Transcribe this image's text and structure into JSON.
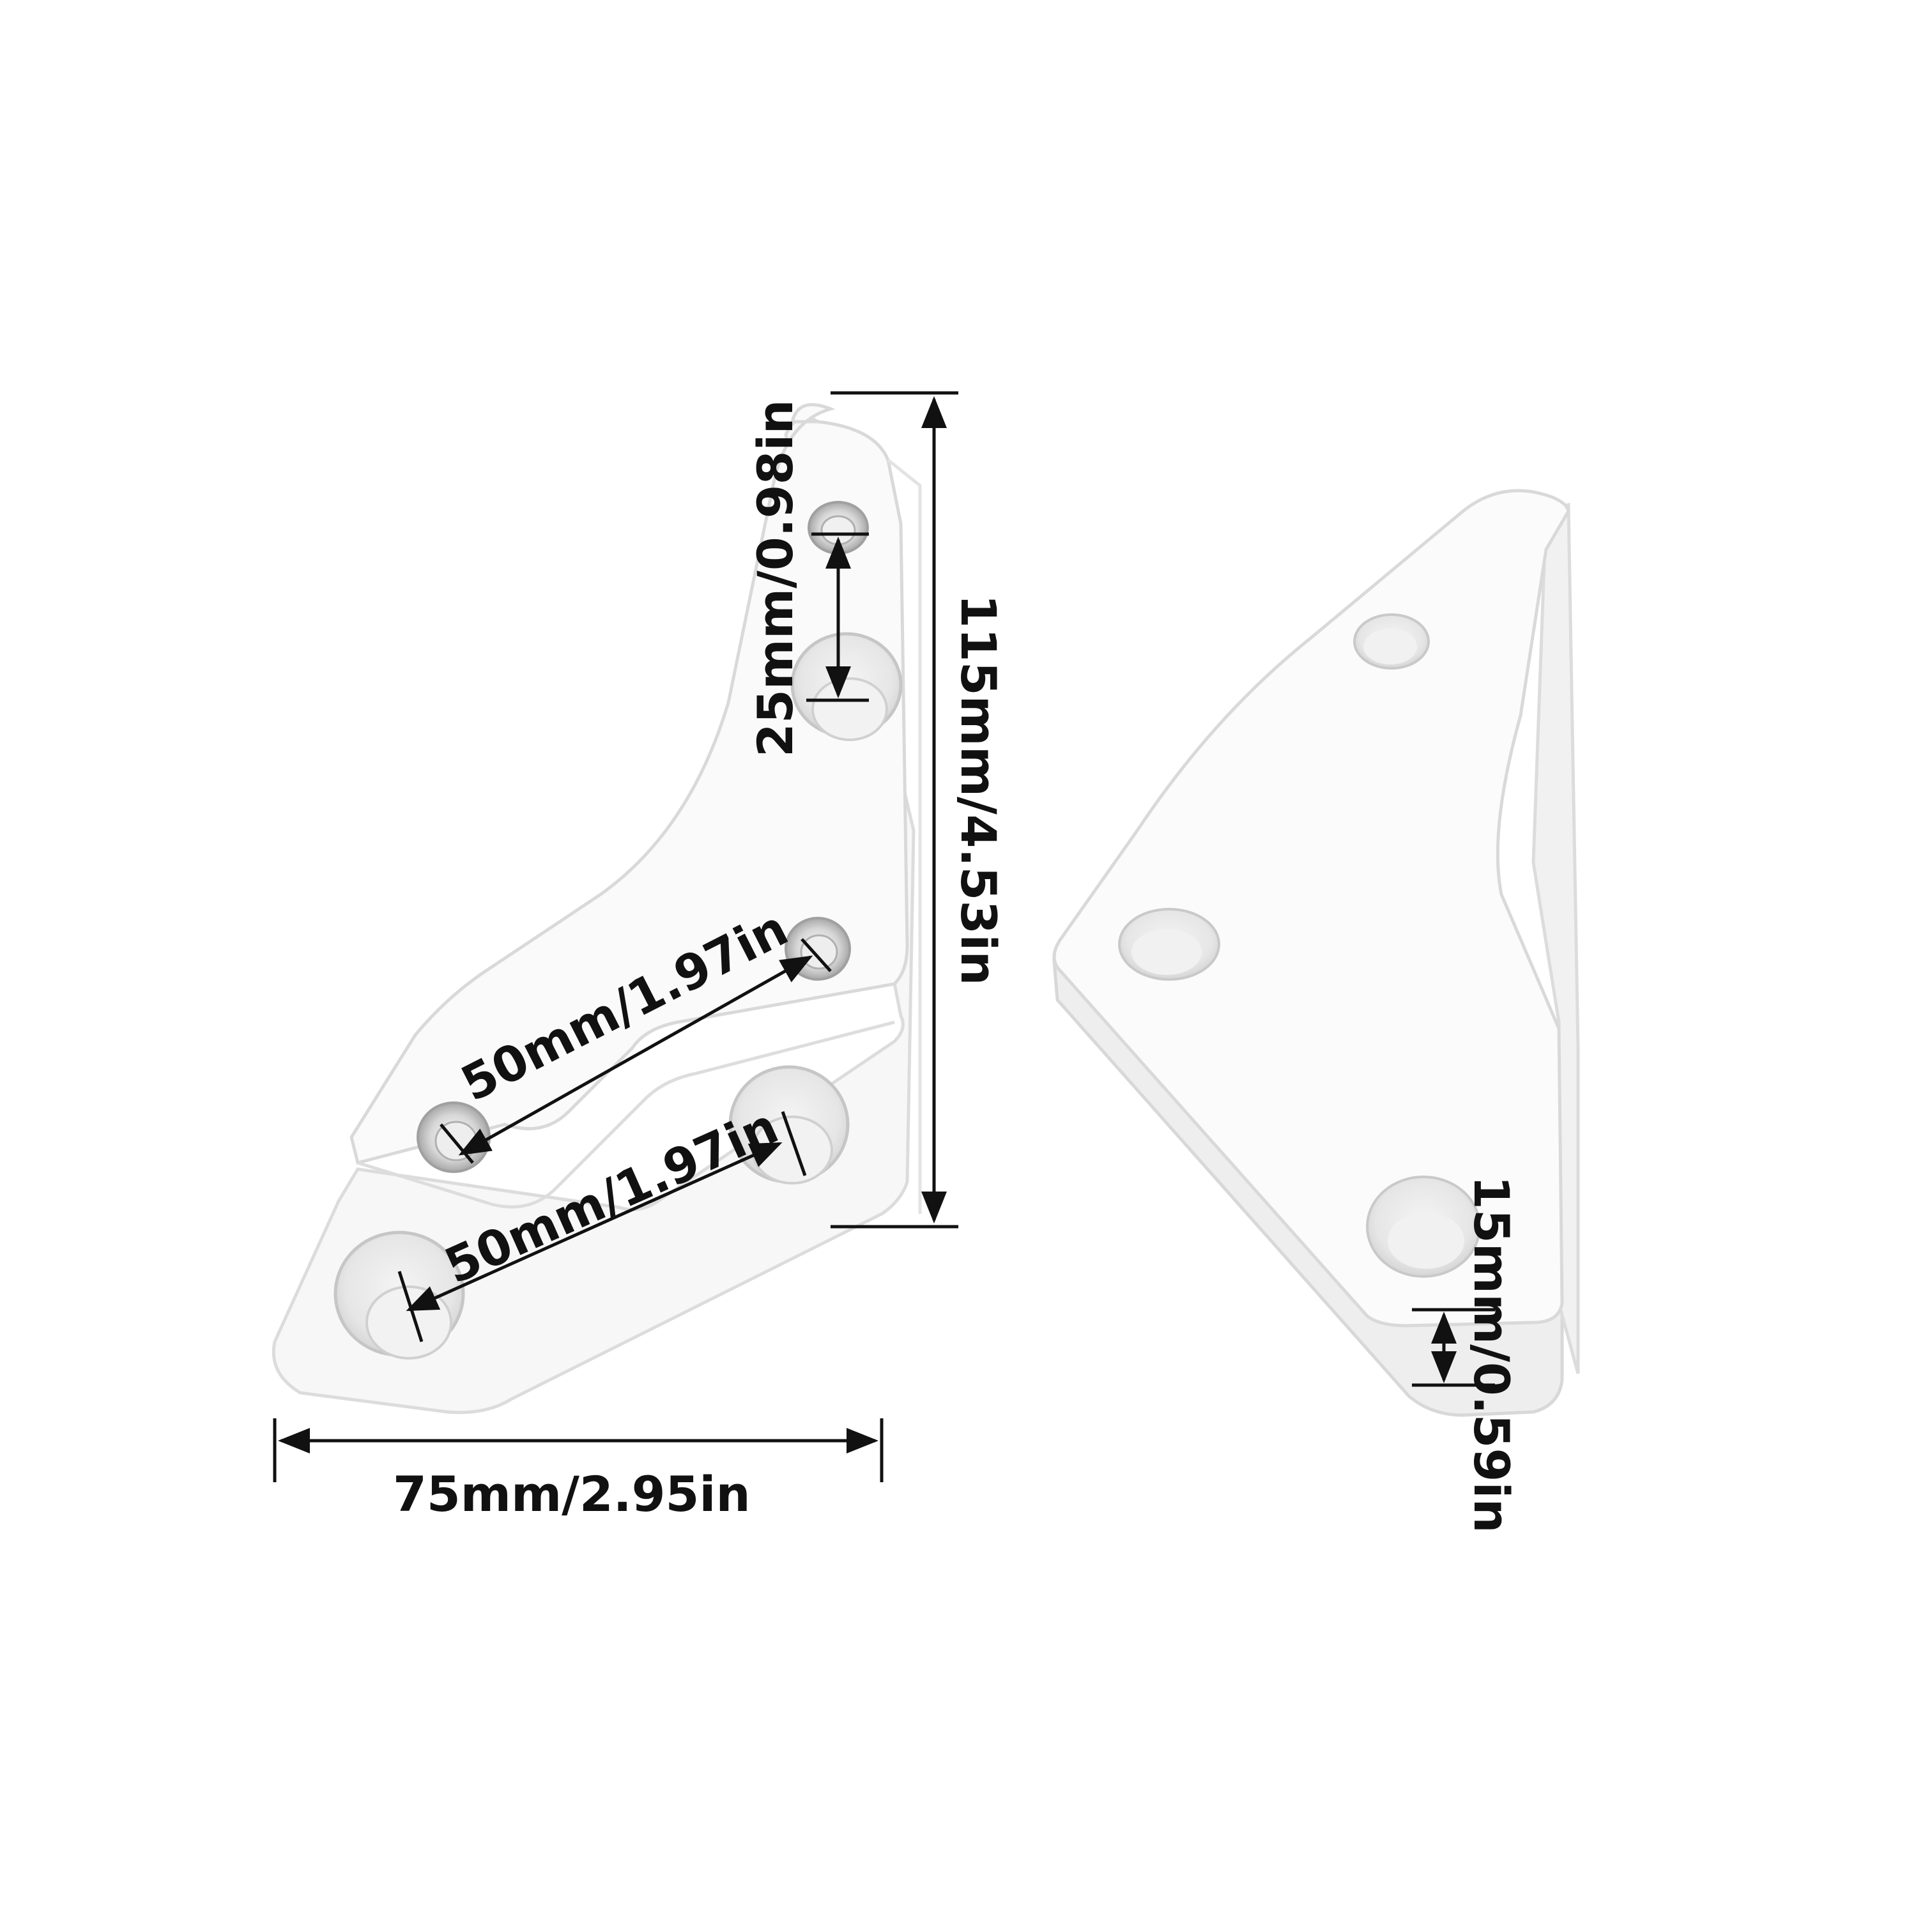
{
  "colors": {
    "background": "#ffffff",
    "part_fill": "#fafafa",
    "part_edge": "#d9d9d9",
    "part_side": "#ededed",
    "dimension": "#111111",
    "hole_shadow": "#cfcfcf"
  },
  "dimensions": {
    "height": "115mm/4.53in",
    "width": "75mm/2.95in",
    "top_hole_spacing": "25mm/0.98in",
    "upper_hole_spacing": "50mm/1.97in",
    "lower_hole_spacing": "50mm/1.97in",
    "thickness": "15mm/0.59in"
  },
  "icons": [
    "dimension-arrow-icon",
    "threaded-hole-icon",
    "counterbored-hole-icon"
  ]
}
